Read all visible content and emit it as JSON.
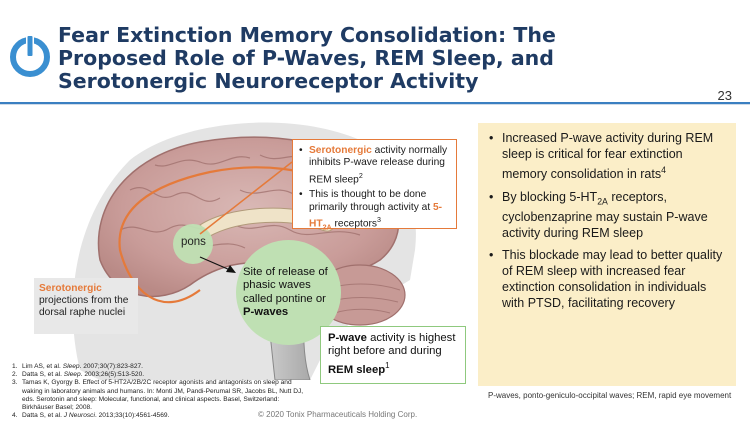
{
  "header": {
    "title_line1": "Fear Extinction Memory Consolidation: The",
    "title_line2": "Proposed Role of P-Waves, REM Sleep, and",
    "title_line3": "Serotonergic Neuroreceptor Activity",
    "page_number": "23"
  },
  "diagram": {
    "callout": {
      "b1_highlight": "Serotonergic",
      "b1_text": " activity normally inhibits P-wave release during REM sleep",
      "b1_sup": "2",
      "b2_text": "This is thought to be done primarily through activity at ",
      "b2_highlight": "5-HT",
      "b2_sub": "2A",
      "b2_after": " receptors",
      "b2_sup": "3"
    },
    "pons_label": "pons",
    "phasic_text": "Site of release of phasic waves called pontine or ",
    "phasic_bold": "P-waves",
    "sero_title": "Serotonergic",
    "sero_text": "projections from the dorsal raphe nuclei",
    "pwave_bold": "P-wave",
    "pwave_text": " activity is highest right before and during ",
    "pwave_bold2": "REM sleep",
    "pwave_sup": "1"
  },
  "right_panel": {
    "b1": "Increased P-wave activity during REM sleep is critical for fear extinction memory consolidation in rats",
    "b1_sup": "4",
    "b2_pre": "By blocking 5-HT",
    "b2_sub": "2A",
    "b2_post": " receptors, cyclobenzaprine may sustain P-wave activity during REM sleep",
    "b3": "This blockade may lead to better quality of REM sleep with increased fear extinction consolidation in individuals with PTSD, facilitating recovery"
  },
  "abbreviations": "P-waves, ponto-geniculo-occipital waves; REM, rapid eye movement",
  "references": [
    {
      "num": "1.",
      "pre": "Lim AS, et al. ",
      "journal": "Sleep",
      "post": ". 2007;30(7):823-827."
    },
    {
      "num": "2.",
      "pre": "Datta S, et al. ",
      "journal": "Sleep",
      "post": ". 2003;26(5):513-520."
    },
    {
      "num": "3.",
      "pre": "Tamas K, Gyorgy B. Effect of 5-HT2A/2B/2C receptor agonists and antagonists on sleep and waking in laboratory animals and humans. In: Monti JM, Pandi-Perumal SR, Jacobs BL, Nutt DJ, eds. Serotonin and sleep: Molecular, functional, and clinical aspects. Basel, Switzerland: Birkhäuser Basel; 2008.",
      "journal": "",
      "post": ""
    },
    {
      "num": "4.",
      "pre": "Datta S, et al. ",
      "journal": "J Neurosci",
      "post": ". 2013;33(10):4561-4569."
    }
  ],
  "copyright": "© 2020 Tonix Pharmaceuticals Holding Corp.",
  "colors": {
    "title": "#1f3b63",
    "accent_orange": "#e57a3a",
    "green": "#bfe0b3",
    "panel": "#fbeec8",
    "rule": "#3a7fc1"
  },
  "icons": {
    "logo": "power-button-icon"
  }
}
